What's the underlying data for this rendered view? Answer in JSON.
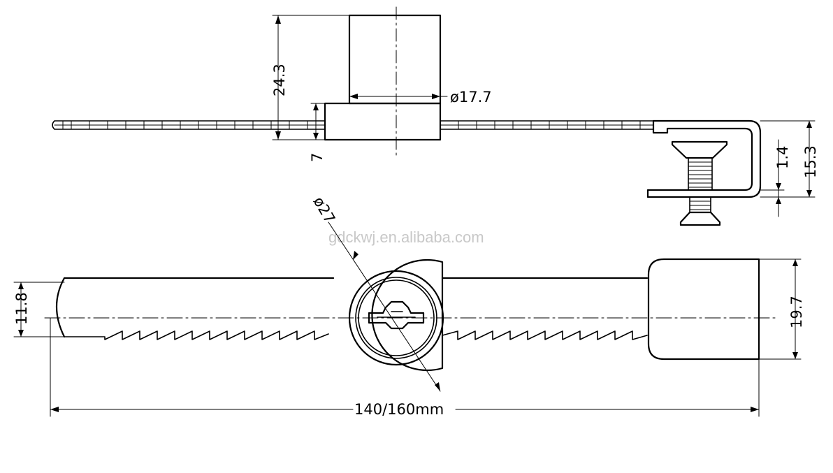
{
  "diagram": {
    "dimensions": {
      "height_top": "24.3",
      "diameter_cylinder": "ø17.7",
      "plate_height": "7",
      "screw_small": "1.4",
      "bracket_height": "15.3",
      "diameter_body": "ø27",
      "bar_width": "11.8",
      "head_width": "19.7",
      "length": "140/160mm"
    },
    "watermark": "gdckwj.en.alibaba.com",
    "colors": {
      "line": "#000000",
      "watermark": "#c8c8c8",
      "background": "#ffffff"
    }
  }
}
